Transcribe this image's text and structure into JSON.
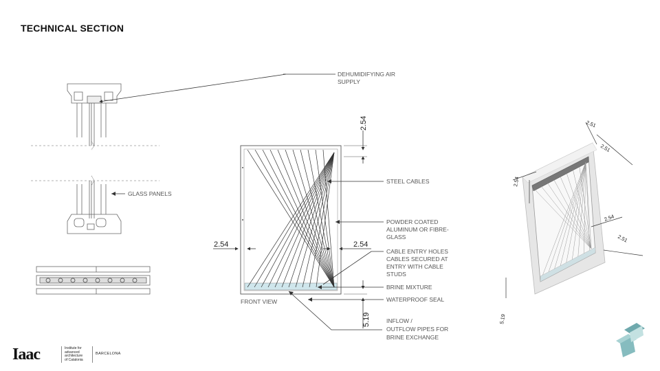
{
  "title": "TECHNICAL SECTION",
  "section_labels": {
    "air_supply": [
      "DEHUMIDIFYING AIR",
      "SUPPLY"
    ],
    "glass_panels": "GLASS PANELS"
  },
  "front_view": {
    "caption": "FRONT VIEW",
    "dim_top": "2.54",
    "dim_left": "2.54",
    "dim_right": "2.54",
    "dim_bottom": "5.19",
    "callouts": {
      "steel_cables": "STEEL CABLES",
      "frame": [
        "POWDER COATED",
        "ALUMINUM OR FIBRE-",
        "GLASS"
      ],
      "cable_holes": [
        "CABLE ENTRY HOLES",
        "CABLES SECURED AT",
        "ENTRY WITH CABLE",
        "STUDS"
      ],
      "brine": "BRINE MIXTURE",
      "seal": "WATERPROOF SEAL",
      "inflow": [
        "INFLOW /",
        "OUTFLOW PIPES FOR",
        "BRINE EXCHANGE"
      ]
    }
  },
  "axon_dims": {
    "top1": "2.51",
    "top2": "2.51",
    "left": "2.54",
    "right1": "2.54",
    "right2": "2.51",
    "bottom": "5.19"
  },
  "logo": {
    "mark": "Iaac",
    "institute": "Institute for\nadvanced\narchitecture\nof Catalonia",
    "city": "BARCELONA"
  },
  "colors": {
    "line": "#555555",
    "brine": "#cfe6ec",
    "corner_mark_dark": "#6fa9ad",
    "corner_mark_light": "#a8d2d3"
  }
}
